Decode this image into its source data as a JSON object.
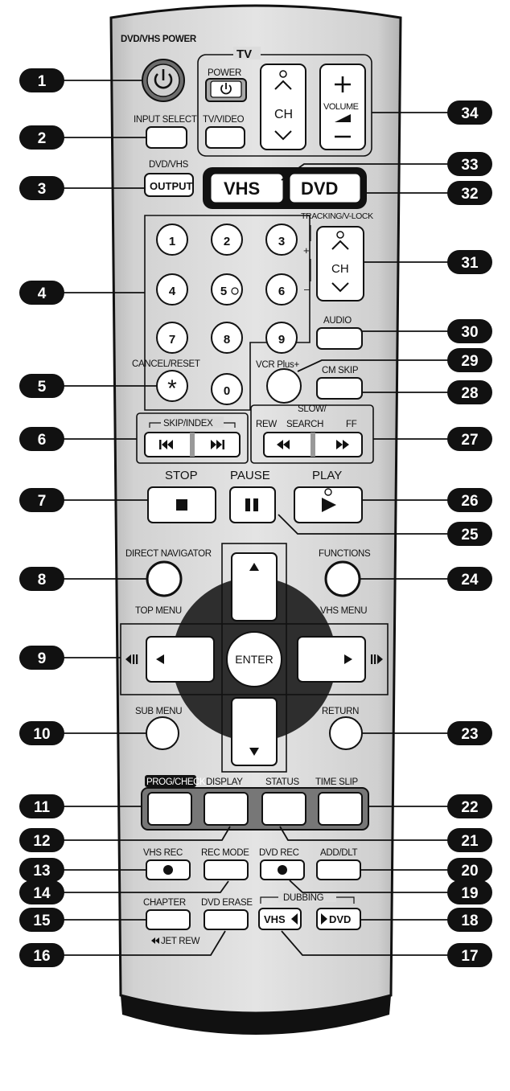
{
  "labels": {
    "dvd_vhs_power": "DVD/VHS POWER",
    "tv_group": "TV",
    "tv_power": "POWER",
    "tv_ch": "CH",
    "volume": "VOLUME",
    "input_select": "INPUT SELECT",
    "tv_video": "TV/VIDEO",
    "dvd_vhs": "DVD/VHS",
    "output": "OUTPUT",
    "vhs": "VHS",
    "dvd": "DVD",
    "tracking": "TRACKING/V-LOCK",
    "vcr_ch": "CH",
    "audio": "AUDIO",
    "cancel_reset": "CANCEL/RESET",
    "vcr_plus": "VCR Plus+",
    "cm_skip": "CM SKIP",
    "skip_index": "SKIP/INDEX",
    "slow_search": "SLOW/",
    "search": "SEARCH",
    "rew": "REW",
    "ff": "FF",
    "stop": "STOP",
    "pause": "PAUSE",
    "play": "PLAY",
    "direct_navigator": "DIRECT NAVIGATOR",
    "top_menu": "TOP MENU",
    "functions": "FUNCTIONS",
    "vhs_menu": "VHS MENU",
    "enter": "ENTER",
    "sub_menu": "SUB MENU",
    "return": "RETURN",
    "prog_check": "PROG/CHECK",
    "display": "DISPLAY",
    "status": "STATUS",
    "time_slip": "TIME SLIP",
    "vhs_rec": "VHS REC",
    "rec_mode": "REC MODE",
    "dvd_rec": "DVD REC",
    "add_dlt": "ADD/DLT",
    "chapter": "CHAPTER",
    "jet_rew": "JET REW",
    "dvd_erase": "DVD ERASE",
    "dubbing": "DUBBING",
    "vhs_dub": "VHS",
    "dvd_dub": "DVD"
  },
  "keypad": [
    "1",
    "2",
    "3",
    "4",
    "5",
    "6",
    "7",
    "8",
    "9",
    "0"
  ],
  "callouts": [
    "1",
    "2",
    "3",
    "4",
    "5",
    "6",
    "7",
    "8",
    "9",
    "10",
    "11",
    "12",
    "13",
    "14",
    "15",
    "16",
    "17",
    "18",
    "19",
    "20",
    "21",
    "22",
    "23",
    "24",
    "25",
    "26",
    "27",
    "28",
    "29",
    "30",
    "31",
    "32",
    "33",
    "34"
  ]
}
